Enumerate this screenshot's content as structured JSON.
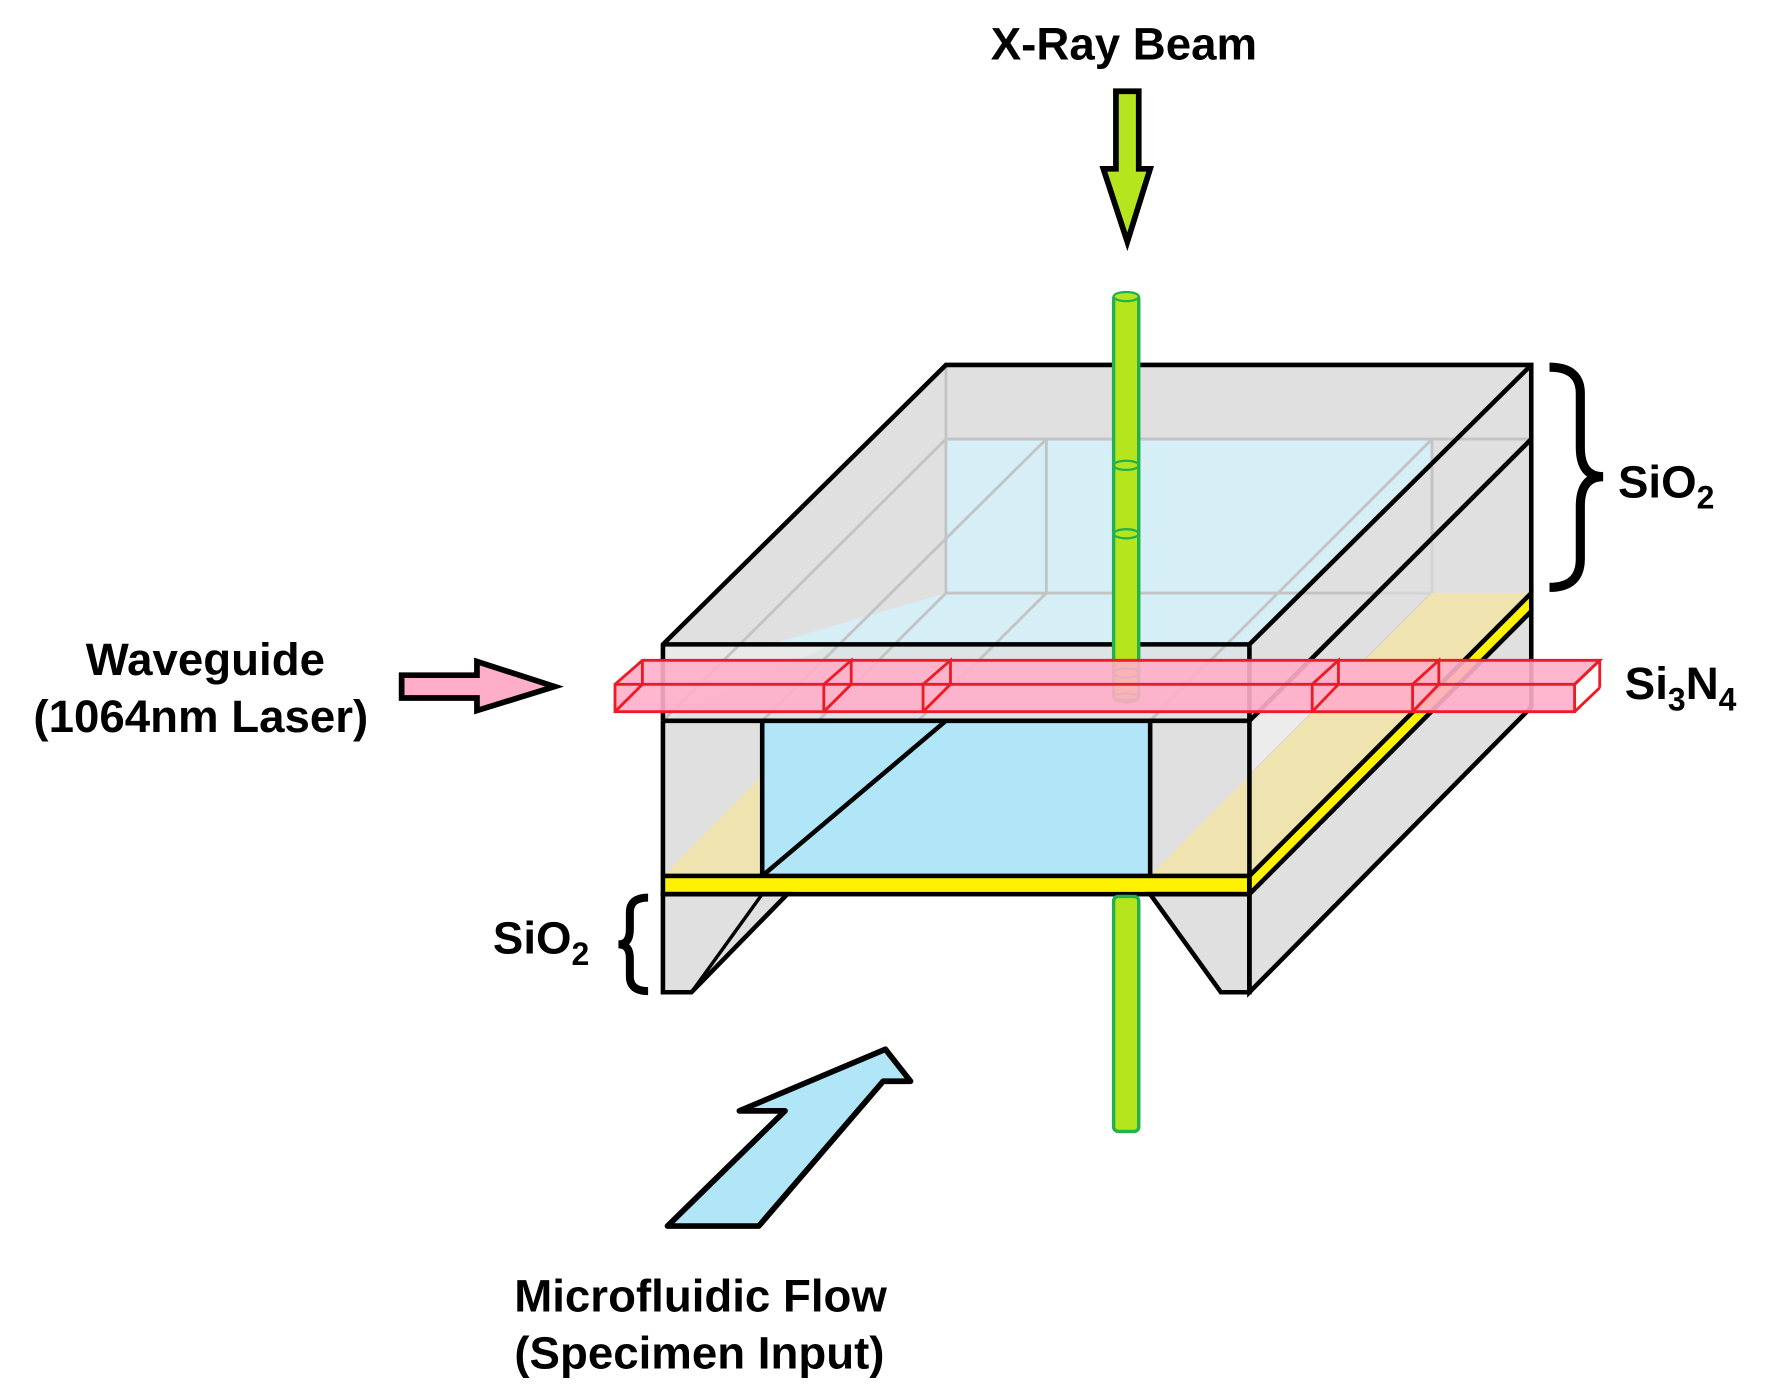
{
  "labels": {
    "xray_beam": "X-Ray Beam",
    "waveguide_line1": "Waveguide",
    "waveguide_line2": "(1064nm Laser)",
    "microfluidic_line1": "Microfluidic Flow",
    "microfluidic_line2": "(Specimen Input)",
    "sio2_top": {
      "base": "SiO",
      "subscript": "2"
    },
    "sio2_bottom": {
      "base": "SiO",
      "subscript": "2"
    },
    "si3n4": {
      "part1": "Si",
      "sub1": "3",
      "part2": "N",
      "sub2": "4"
    }
  },
  "colors": {
    "xray": "#b5e61d",
    "xray_outline": "#22b14c",
    "waveguide_fill": "#ffaec9",
    "waveguide_outline": "#ed1c24",
    "sio2_fill": "#e0e0e0",
    "channel_fill": "#b0e6f8",
    "channel_top_fill": "#d6eef6",
    "gold_fill": "#efe4b0",
    "yellow_layer": "#fff200",
    "flow_arrow": "#b0e6f8"
  }
}
